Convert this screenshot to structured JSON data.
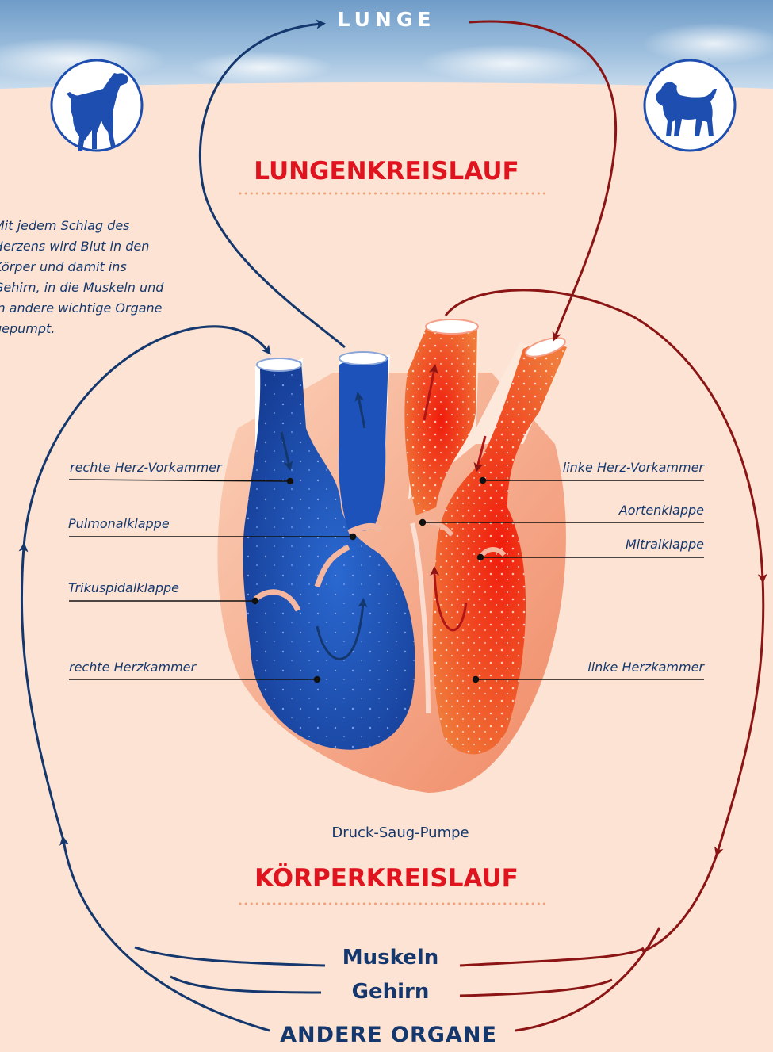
{
  "colors": {
    "background": "#fde3d3",
    "sky": "#7fa7cd",
    "title_red": "#e0141e",
    "text_navy": "#14386e",
    "venous_blue": "#1e4fb0",
    "arterial_red": "#e8401a",
    "arrow_dark_red": "#8b1414"
  },
  "top_label": "LUNGE",
  "titles": {
    "pulmonary": "LUNGENKREISLAUF",
    "systemic": "KÖRPERKREISLAUF"
  },
  "intro_lines": [
    "Mit jedem Schlag des",
    "Herzens wird Blut in den",
    "Körper und damit ins",
    "Gehirn, in die Muskeln und",
    "in andere wichtige Organe",
    "gepumpt."
  ],
  "labels_left": {
    "right_atrium": "rechte Herz-Vorkammer",
    "pulmonary_valve": "Pulmonalklappe",
    "tricuspid_valve": "Trikuspidalklappe",
    "right_ventricle": "rechte Herzkammer"
  },
  "labels_right": {
    "left_atrium": "linke Herz-Vorkammer",
    "aortic_valve": "Aortenklappe",
    "mitral_valve": "Mitralklappe",
    "left_ventricle": "linke Herzkammer"
  },
  "caption": "Druck-Saug-Pumpe",
  "organs": {
    "muscles": "Muskeln",
    "brain": "Gehirn",
    "other": "ANDERE ORGANE"
  },
  "icons": [
    "dog-standing-icon",
    "small-dog-icon"
  ]
}
